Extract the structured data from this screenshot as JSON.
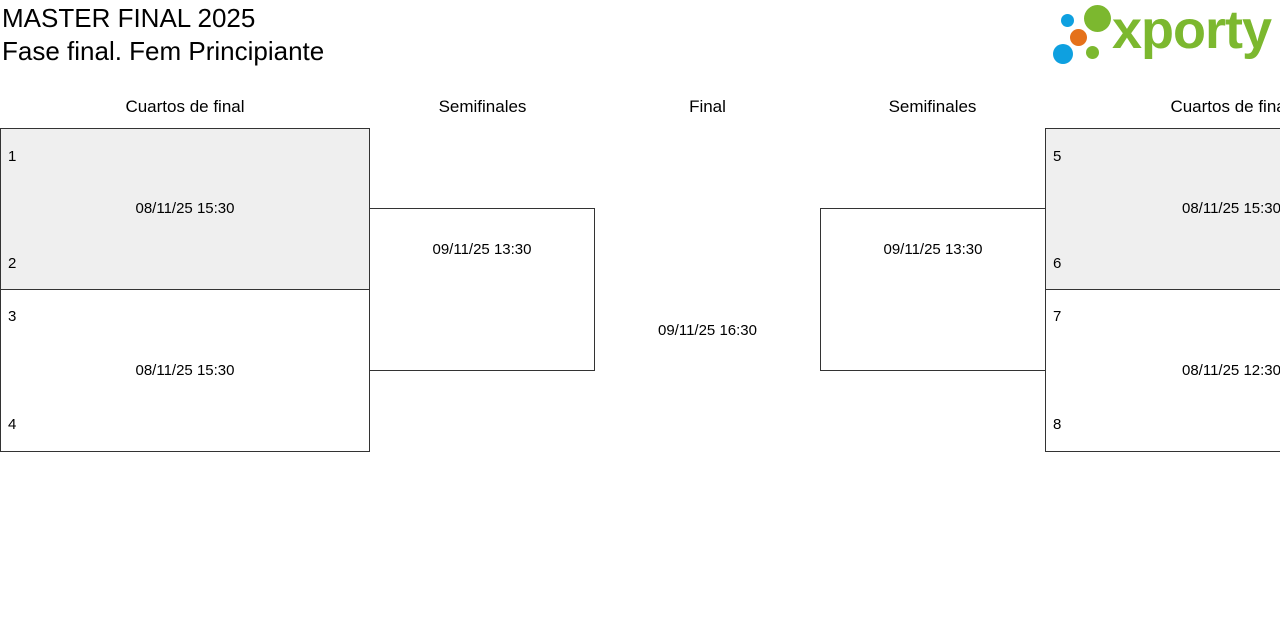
{
  "header": {
    "title": "MASTER FINAL 2025",
    "subtitle": "Fase final. Fem Principiante"
  },
  "logo": {
    "text": "xporty",
    "colors": {
      "green": "#7cb82f",
      "blue": "#0ea0e0",
      "orange": "#e5711a"
    }
  },
  "columns": {
    "left_quarter": "Cuartos de final",
    "left_semi": "Semifinales",
    "final": "Final",
    "right_semi": "Semifinales",
    "right_quarter": "Cuartos de final"
  },
  "matches": {
    "qf1": {
      "top_seed": "1",
      "bottom_seed": "2",
      "datetime": "08/11/25 15:30"
    },
    "qf2": {
      "top_seed": "3",
      "bottom_seed": "4",
      "datetime": "08/11/25 15:30"
    },
    "qf3": {
      "top_seed": "5",
      "bottom_seed": "6",
      "datetime": "08/11/25 15:30"
    },
    "qf4": {
      "top_seed": "7",
      "bottom_seed": "8",
      "datetime": "08/11/25 12:30"
    },
    "sf1": {
      "datetime": "09/11/25 13:30"
    },
    "sf2": {
      "datetime": "09/11/25 13:30"
    },
    "final": {
      "datetime": "09/11/25 16:30"
    }
  }
}
